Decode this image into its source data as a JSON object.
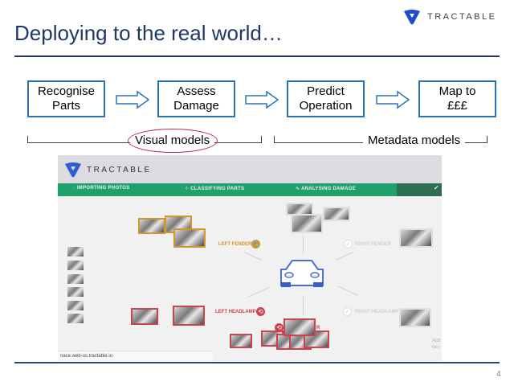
{
  "slide": {
    "title": "Deploying to the real world…",
    "page_number": "4",
    "logo_text": "TRACTABLE",
    "accent_color": "#1f3864"
  },
  "pipeline": {
    "steps": [
      {
        "line1": "Recognise",
        "line2": "Parts"
      },
      {
        "line1": "Assess",
        "line2": "Damage"
      },
      {
        "line1": "Predict",
        "line2": "Operation"
      },
      {
        "line1": "Map to",
        "line2": "£££"
      }
    ],
    "groups": [
      {
        "label": "Visual models",
        "highlighted": true
      },
      {
        "label": "Metadata models",
        "highlighted": false
      }
    ]
  },
  "app": {
    "logo_text": "TRACTABLE",
    "progress_steps": [
      {
        "label": "IMPORTING PHOTOS",
        "icon": "spinner-icon"
      },
      {
        "label": "CLASSIFYING PARTS",
        "icon": "grid-icon"
      },
      {
        "label": "ANALYSING DAMAGE",
        "icon": "pulse-icon"
      },
      {
        "label": "",
        "icon": "check-icon"
      }
    ],
    "parts": [
      {
        "label": "LEFT FENDER",
        "status": "repair",
        "color": "#d4952c"
      },
      {
        "label": "RIGHT FENDER",
        "status": "ok",
        "color": "#cfcfcf"
      },
      {
        "label": "LEFT HEADLAMP",
        "status": "replace",
        "color": "#c9424f"
      },
      {
        "label": "RIGHT HEADLAMP",
        "status": "ok",
        "color": "#cfcfcf"
      },
      {
        "label": "R",
        "status": "replace",
        "color": "#c9424f"
      }
    ],
    "url": "nace.web-us.tractable.io",
    "watermark_line1": "Acti",
    "watermark_line2": "Go t"
  }
}
